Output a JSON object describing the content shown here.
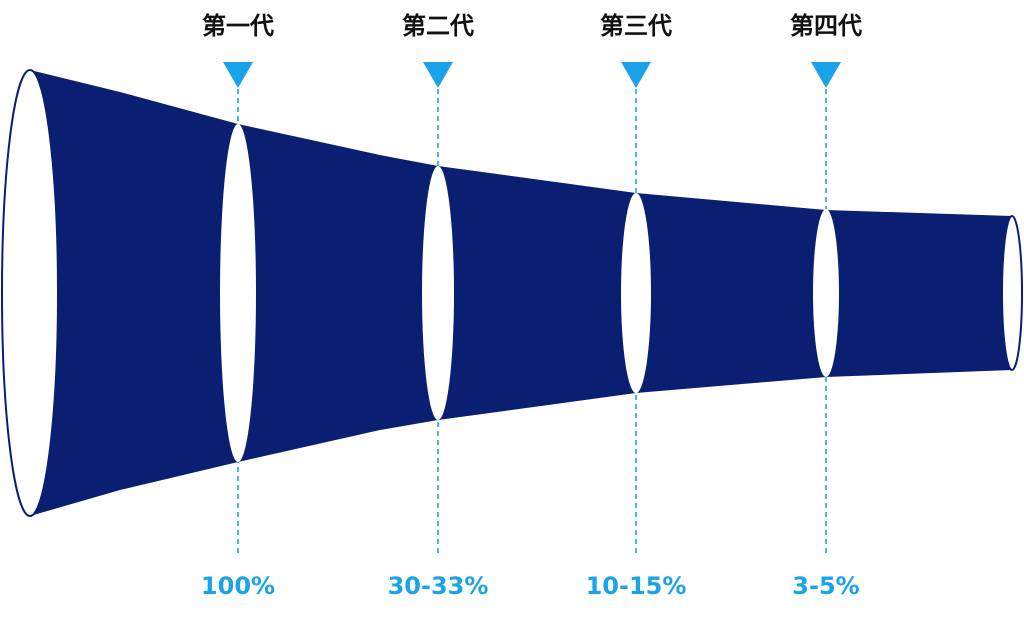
{
  "colors": {
    "funnel_fill": "#0a1f72",
    "ring_fill": "#ffffff",
    "accent": "#1aa3e8",
    "label_text": "#111111"
  },
  "generations": [
    {
      "label": "第一代",
      "retention": "100%"
    },
    {
      "label": "第二代",
      "retention": "30-33%"
    },
    {
      "label": "第三代",
      "retention": "10-15%"
    },
    {
      "label": "第四代",
      "retention": "3-5%"
    }
  ]
}
